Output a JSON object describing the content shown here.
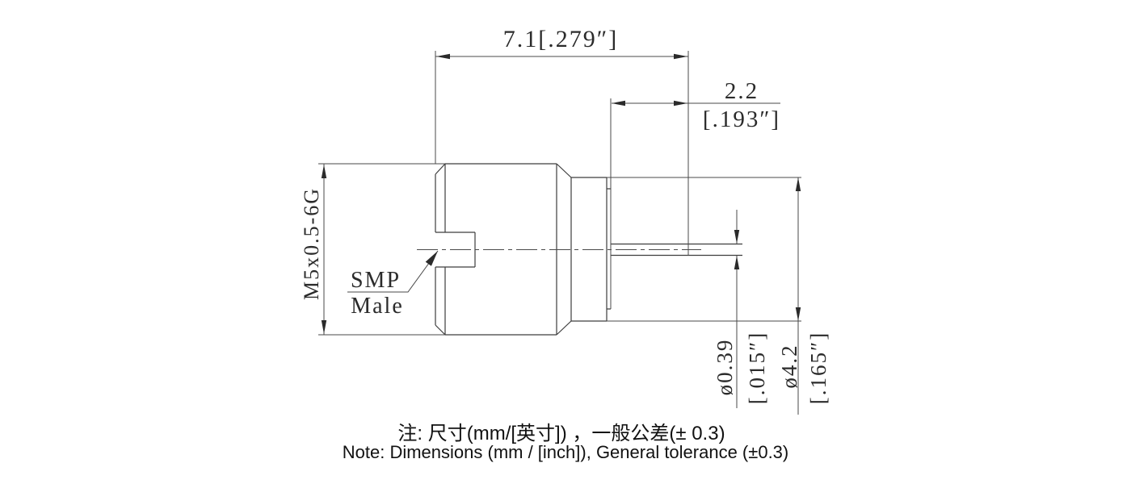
{
  "drawing_type": "connector-technical-drawing",
  "colors": {
    "line": "#3d3d3d",
    "dimension_line": "#4a4a4a",
    "text": "#2b2b2b",
    "note_text": "#111111",
    "background": "#ffffff"
  },
  "dimensions": {
    "overall_length": "7.1[.279″]",
    "pin_length": "2.2",
    "pin_length_inch": "[.193″]",
    "thread_spec": "M5x0.5-6G",
    "pin_diameter": "ø0.39",
    "pin_diameter_inch": "[.015″]",
    "body_diameter": "ø4.2",
    "body_diameter_inch": "[.165″]"
  },
  "labels": {
    "interface_line1": "SMP",
    "interface_line2": "Male"
  },
  "notes": {
    "line1_zh": "注: 尺寸(mm/[英寸]) ，一般公差(± 0.3)",
    "line2_en": "Note: Dimensions (mm / [inch]), General tolerance (±0.3)"
  }
}
